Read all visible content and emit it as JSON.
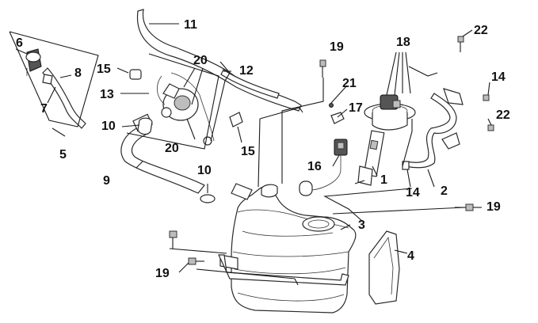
{
  "diagram": {
    "callouts": [
      {
        "id": "c1",
        "text": "1"
      },
      {
        "id": "c2",
        "text": "2"
      },
      {
        "id": "c3",
        "text": "3"
      },
      {
        "id": "c4",
        "text": "4"
      },
      {
        "id": "c5",
        "text": "5"
      },
      {
        "id": "c6",
        "text": "6"
      },
      {
        "id": "c7",
        "text": "7"
      },
      {
        "id": "c8",
        "text": "8"
      },
      {
        "id": "c9",
        "text": "9"
      },
      {
        "id": "c10a",
        "text": "10"
      },
      {
        "id": "c10b",
        "text": "10"
      },
      {
        "id": "c11",
        "text": "11"
      },
      {
        "id": "c12",
        "text": "12"
      },
      {
        "id": "c13",
        "text": "13"
      },
      {
        "id": "c14a",
        "text": "14"
      },
      {
        "id": "c14b",
        "text": "14"
      },
      {
        "id": "c15a",
        "text": "15"
      },
      {
        "id": "c15b",
        "text": "15"
      },
      {
        "id": "c16",
        "text": "16"
      },
      {
        "id": "c17",
        "text": "17"
      },
      {
        "id": "c18",
        "text": "18"
      },
      {
        "id": "c19a",
        "text": "19"
      },
      {
        "id": "c19b",
        "text": "19"
      },
      {
        "id": "c19c",
        "text": "19"
      },
      {
        "id": "c20a",
        "text": "20"
      },
      {
        "id": "c20b",
        "text": "20"
      },
      {
        "id": "c21",
        "text": "21"
      },
      {
        "id": "c22a",
        "text": "22"
      },
      {
        "id": "c22b",
        "text": "22"
      }
    ]
  }
}
